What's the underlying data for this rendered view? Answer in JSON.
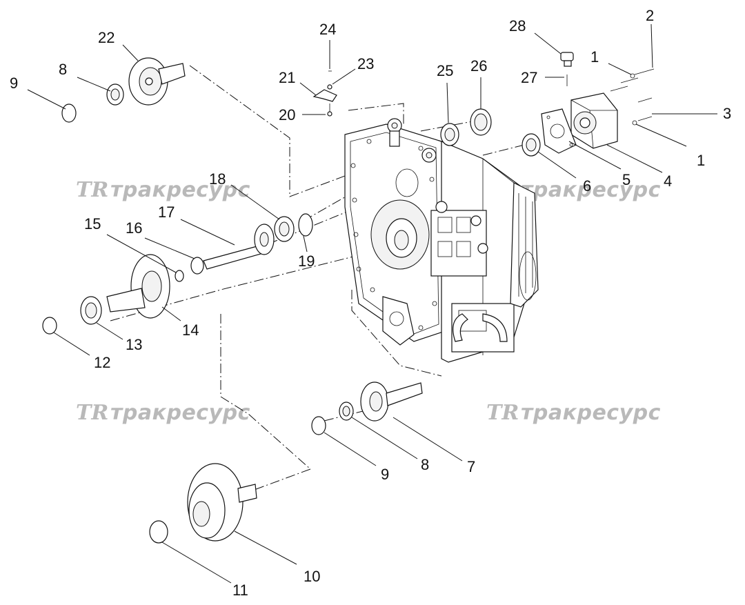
{
  "watermark": {
    "logo": "TR",
    "text": "тракресурс"
  },
  "callouts": [
    {
      "id": "c1a",
      "label": "1"
    },
    {
      "id": "c2",
      "label": "2"
    },
    {
      "id": "c1b",
      "label": "1"
    },
    {
      "id": "c3",
      "label": "3"
    },
    {
      "id": "c4",
      "label": "4"
    },
    {
      "id": "c5",
      "label": "5"
    },
    {
      "id": "c6",
      "label": "6"
    },
    {
      "id": "c7",
      "label": "7"
    },
    {
      "id": "c8a",
      "label": "8"
    },
    {
      "id": "c8b",
      "label": "8"
    },
    {
      "id": "c9a",
      "label": "9"
    },
    {
      "id": "c9b",
      "label": "9"
    },
    {
      "id": "c10",
      "label": "10"
    },
    {
      "id": "c11",
      "label": "11"
    },
    {
      "id": "c12",
      "label": "12"
    },
    {
      "id": "c13",
      "label": "13"
    },
    {
      "id": "c14",
      "label": "14"
    },
    {
      "id": "c15",
      "label": "15"
    },
    {
      "id": "c16",
      "label": "16"
    },
    {
      "id": "c17",
      "label": "17"
    },
    {
      "id": "c18",
      "label": "18"
    },
    {
      "id": "c19",
      "label": "19"
    },
    {
      "id": "c20",
      "label": "20"
    },
    {
      "id": "c21",
      "label": "21"
    },
    {
      "id": "c22",
      "label": "22"
    },
    {
      "id": "c23",
      "label": "23"
    },
    {
      "id": "c24",
      "label": "24"
    },
    {
      "id": "c25",
      "label": "25"
    },
    {
      "id": "c26",
      "label": "26"
    },
    {
      "id": "c27",
      "label": "27"
    },
    {
      "id": "c28",
      "label": "28"
    }
  ]
}
